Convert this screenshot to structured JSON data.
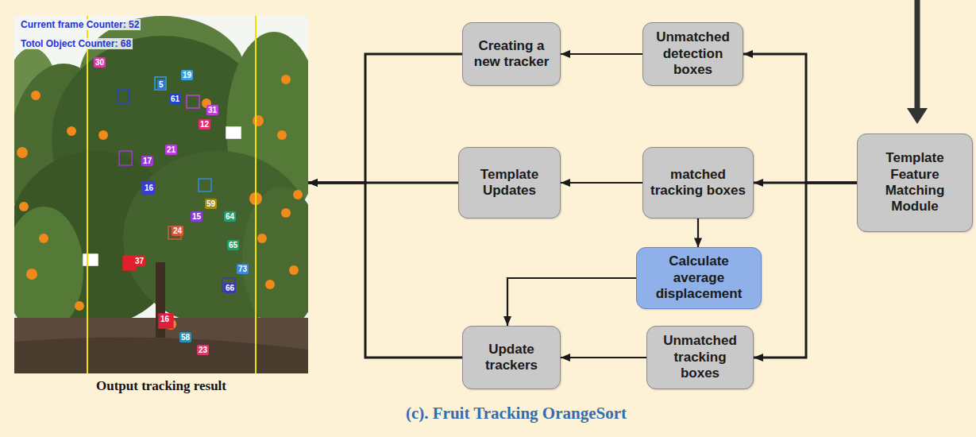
{
  "diagram": {
    "caption": "(c). Fruit Tracking OrangeSort",
    "nodes": [
      {
        "text": [
          "Current frame Counter: 52",
          "Totol Object Counter: 68",
          "Output tracking result"
        ]
      },
      {
        "text": [
          "Creating a new tracker"
        ]
      },
      {
        "text": [
          "Unmatched detection boxes"
        ]
      },
      {
        "text": [
          "Template Updates"
        ]
      },
      {
        "text": [
          "matched tracking boxes"
        ]
      },
      {
        "text": [
          "Template Feature Matching Module"
        ]
      },
      {
        "text": [
          "Calculate average displacement"
        ]
      },
      {
        "text": [
          "Update trackers"
        ]
      },
      {
        "text": [
          "Unmatched tracking boxes"
        ]
      }
    ],
    "edges": [
      {
        "from": 5,
        "to": 2,
        "arrow": "to"
      },
      {
        "from": 5,
        "to": 4,
        "arrow": "to"
      },
      {
        "from": 5,
        "to": 8,
        "arrow": "to"
      },
      {
        "from": 2,
        "to": 1,
        "arrow": "to"
      },
      {
        "from": 4,
        "to": 3,
        "arrow": "to"
      },
      {
        "from": 4,
        "to": 6,
        "arrow": "to"
      },
      {
        "from": 6,
        "to": 7,
        "arrow": "to"
      },
      {
        "from": 8,
        "to": 7,
        "arrow": "to"
      },
      {
        "from": 1,
        "to": 0,
        "arrow": "to"
      },
      {
        "from": 3,
        "to": 0,
        "arrow": "to"
      },
      {
        "from": 7,
        "to": 0,
        "arrow": "to"
      }
    ],
    "labels": [
      "30",
      "19",
      "5",
      "61",
      "31",
      "12",
      "21",
      "17",
      "16",
      "15",
      "64",
      "59",
      "24",
      "65",
      "37",
      "73",
      "66",
      "16",
      "58",
      "23"
    ]
  }
}
